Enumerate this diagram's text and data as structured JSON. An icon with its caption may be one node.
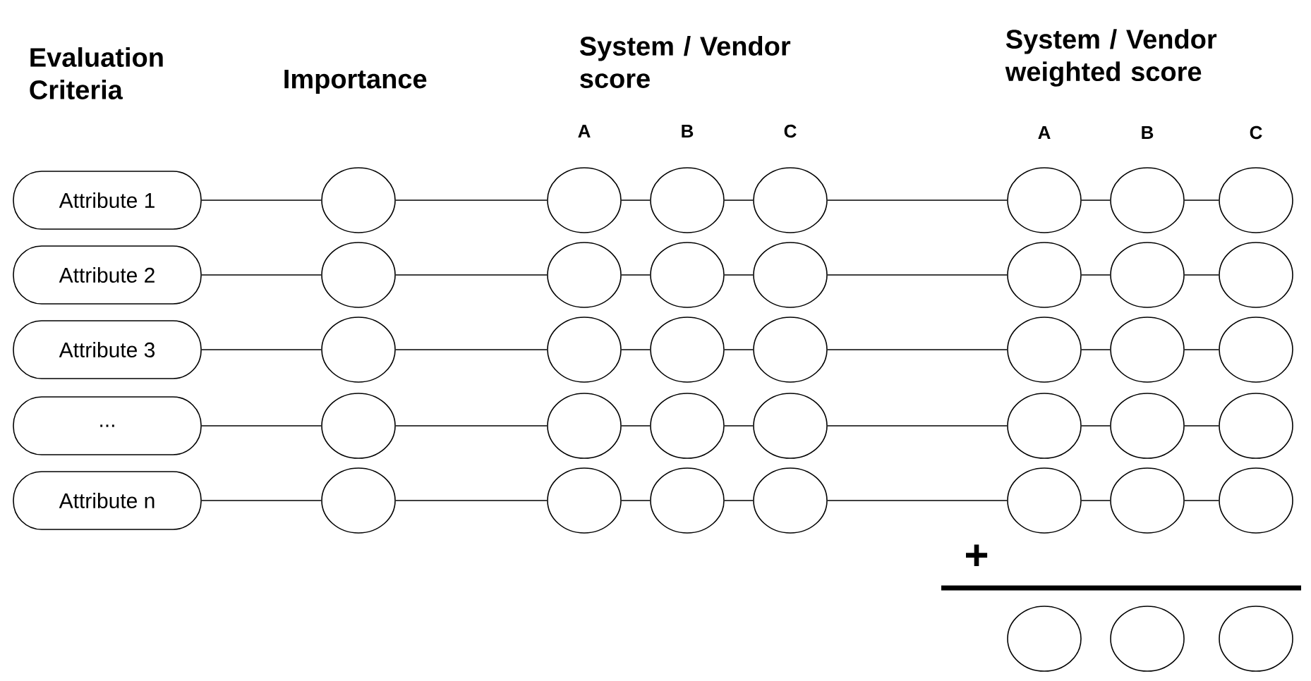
{
  "diagram": {
    "nodes": [
      {
        "text": [
          "Attribute 1"
        ]
      },
      {
        "text": [],
        "shape": "circle"
      },
      {
        "text": [],
        "shape": "circle"
      },
      {
        "text": [],
        "shape": "circle"
      },
      {
        "text": [],
        "shape": "circle"
      },
      {
        "text": [],
        "shape": "circle"
      },
      {
        "text": [],
        "shape": "circle"
      },
      {
        "text": [],
        "shape": "circle"
      },
      {
        "text": [
          "Attribute 2"
        ]
      },
      {
        "text": [],
        "shape": "circle"
      },
      {
        "text": [],
        "shape": "circle"
      },
      {
        "text": [],
        "shape": "circle"
      },
      {
        "text": [],
        "shape": "circle"
      },
      {
        "text": [],
        "shape": "circle"
      },
      {
        "text": [],
        "shape": "circle"
      },
      {
        "text": [],
        "shape": "circle"
      },
      {
        "text": [
          "Attribute 3"
        ]
      },
      {
        "text": [],
        "shape": "circle"
      },
      {
        "text": [],
        "shape": "circle"
      },
      {
        "text": [],
        "shape": "circle"
      },
      {
        "text": [],
        "shape": "circle"
      },
      {
        "text": [],
        "shape": "circle"
      },
      {
        "text": [],
        "shape": "circle"
      },
      {
        "text": [],
        "shape": "circle"
      },
      {
        "text": [
          "..."
        ]
      },
      {
        "text": [],
        "shape": "circle"
      },
      {
        "text": [],
        "shape": "circle"
      },
      {
        "text": [],
        "shape": "circle"
      },
      {
        "text": [],
        "shape": "circle"
      },
      {
        "text": [],
        "shape": "circle"
      },
      {
        "text": [],
        "shape": "circle"
      },
      {
        "text": [],
        "shape": "circle"
      },
      {
        "text": [
          "Attribute n"
        ]
      },
      {
        "text": [],
        "shape": "circle"
      },
      {
        "text": [],
        "shape": "circle"
      },
      {
        "text": [],
        "shape": "circle"
      },
      {
        "text": [],
        "shape": "circle"
      },
      {
        "text": [],
        "shape": "circle"
      },
      {
        "text": [],
        "shape": "circle"
      },
      {
        "text": [],
        "shape": "circle"
      },
      {
        "text": [],
        "shape": "circle"
      },
      {
        "text": [],
        "shape": "circle"
      },
      {
        "text": [],
        "shape": "circle"
      }
    ],
    "edges": [
      {
        "from": 0,
        "to": 1,
        "arrow": "none"
      },
      {
        "from": 1,
        "to": 2,
        "arrow": "none"
      },
      {
        "from": 2,
        "to": 3,
        "arrow": "none"
      },
      {
        "from": 3,
        "to": 4,
        "arrow": "none"
      },
      {
        "from": 4,
        "to": 5,
        "arrow": "none"
      },
      {
        "from": 5,
        "to": 6,
        "arrow": "none"
      },
      {
        "from": 6,
        "to": 7,
        "arrow": "none"
      },
      {
        "from": 8,
        "to": 9,
        "arrow": "none"
      },
      {
        "from": 9,
        "to": 10,
        "arrow": "none"
      },
      {
        "from": 10,
        "to": 11,
        "arrow": "none"
      },
      {
        "from": 11,
        "to": 12,
        "arrow": "none"
      },
      {
        "from": 12,
        "to": 13,
        "arrow": "none"
      },
      {
        "from": 13,
        "to": 14,
        "arrow": "none"
      },
      {
        "from": 14,
        "to": 15,
        "arrow": "none"
      },
      {
        "from": 16,
        "to": 17,
        "arrow": "none"
      },
      {
        "from": 17,
        "to": 18,
        "arrow": "none"
      },
      {
        "from": 18,
        "to": 19,
        "arrow": "none"
      },
      {
        "from": 19,
        "to": 20,
        "arrow": "none"
      },
      {
        "from": 20,
        "to": 21,
        "arrow": "none"
      },
      {
        "from": 21,
        "to": 22,
        "arrow": "none"
      },
      {
        "from": 22,
        "to": 23,
        "arrow": "none"
      },
      {
        "from": 24,
        "to": 25,
        "arrow": "none"
      },
      {
        "from": 25,
        "to": 26,
        "arrow": "none"
      },
      {
        "from": 26,
        "to": 27,
        "arrow": "none"
      },
      {
        "from": 27,
        "to": 28,
        "arrow": "none"
      },
      {
        "from": 28,
        "to": 29,
        "arrow": "none"
      },
      {
        "from": 29,
        "to": 30,
        "arrow": "none"
      },
      {
        "from": 30,
        "to": 31,
        "arrow": "none"
      },
      {
        "from": 32,
        "to": 33,
        "arrow": "none"
      },
      {
        "from": 33,
        "to": 34,
        "arrow": "none"
      },
      {
        "from": 34,
        "to": 35,
        "arrow": "none"
      },
      {
        "from": 35,
        "to": 36,
        "arrow": "none"
      },
      {
        "from": 36,
        "to": 37,
        "arrow": "none"
      },
      {
        "from": 37,
        "to": 38,
        "arrow": "none"
      },
      {
        "from": 38,
        "to": 39,
        "arrow": "none"
      }
    ],
    "labels": [
      "Evaluation Criteria",
      "Importance",
      "System / Vendor score",
      "A",
      "B",
      "C",
      "System / Vendor weighted score",
      "A",
      "B",
      "C",
      "+"
    ]
  }
}
